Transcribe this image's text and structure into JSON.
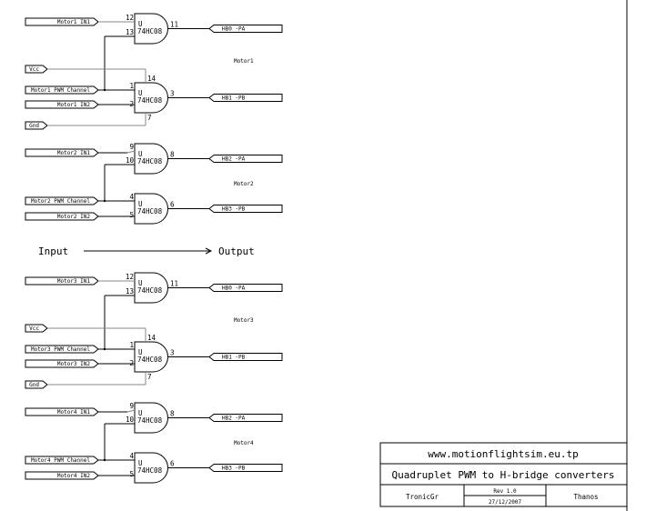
{
  "blocks": [
    {
      "name": "Motor1",
      "type": "vcc",
      "gateA": {
        "inPins": [
          "12",
          "13"
        ],
        "outPin": "11",
        "part": "U",
        "chip": "74HC08"
      },
      "gateB": {
        "inPins": [
          "1",
          "2"
        ],
        "outPin": "3",
        "part": "U",
        "chip": "74HC08",
        "vccPin": "14",
        "gndPin": "7"
      },
      "inputs": {
        "in1": "Motor1 IN1",
        "pwm": "Motor1 PWM Channel",
        "in2": "Motor1 IN2",
        "vcc": "Vcc",
        "gnd": "Gnd"
      },
      "outputs": [
        "HB0 -PA",
        "HB1 -PB"
      ]
    },
    {
      "name": "Motor2",
      "type": "plain",
      "gateA": {
        "inPins": [
          "9",
          "10"
        ],
        "outPin": "8",
        "part": "U",
        "chip": "74HC08"
      },
      "gateB": {
        "inPins": [
          "4",
          "5"
        ],
        "outPin": "6",
        "part": "U",
        "chip": "74HC08"
      },
      "inputs": {
        "in1": "Motor2 IN1",
        "pwm": "Motor2 PWM Channel",
        "in2": "Motor2 IN2"
      },
      "outputs": [
        "HB2 -PA",
        "HB3 -PB"
      ]
    },
    {
      "name": "Motor3",
      "type": "vcc",
      "gateA": {
        "inPins": [
          "12",
          "13"
        ],
        "outPin": "11",
        "part": "U",
        "chip": "74HC08"
      },
      "gateB": {
        "inPins": [
          "1",
          "2"
        ],
        "outPin": "3",
        "part": "U",
        "chip": "74HC08",
        "vccPin": "14",
        "gndPin": "7"
      },
      "inputs": {
        "in1": "Motor3 IN1",
        "pwm": "Motor3 PWM Channel",
        "in2": "Motor3 IN2",
        "vcc": "Vcc",
        "gnd": "Gnd"
      },
      "outputs": [
        "HB0 -PA",
        "HB1 -PB"
      ]
    },
    {
      "name": "Motor4",
      "type": "plain",
      "gateA": {
        "inPins": [
          "9",
          "10"
        ],
        "outPin": "8",
        "part": "U",
        "chip": "74HC08"
      },
      "gateB": {
        "inPins": [
          "4",
          "5"
        ],
        "outPin": "6",
        "part": "U",
        "chip": "74HC08"
      },
      "inputs": {
        "in1": "Motor4 IN1",
        "pwm": "Motor4 PWM Channel",
        "in2": "Motor4 IN2"
      },
      "outputs": [
        "HB2 -PA",
        "HB3 -PB"
      ]
    }
  ],
  "flow": {
    "input": "Input",
    "output": "Output"
  },
  "title_block": {
    "url": "www.motionflightsim.eu.tp",
    "title": "Quadruplet PWM to H-bridge converters",
    "company": "TronicGr",
    "rev": "Rev 1.0",
    "date": "27/12/2007",
    "author": "Thanos"
  }
}
